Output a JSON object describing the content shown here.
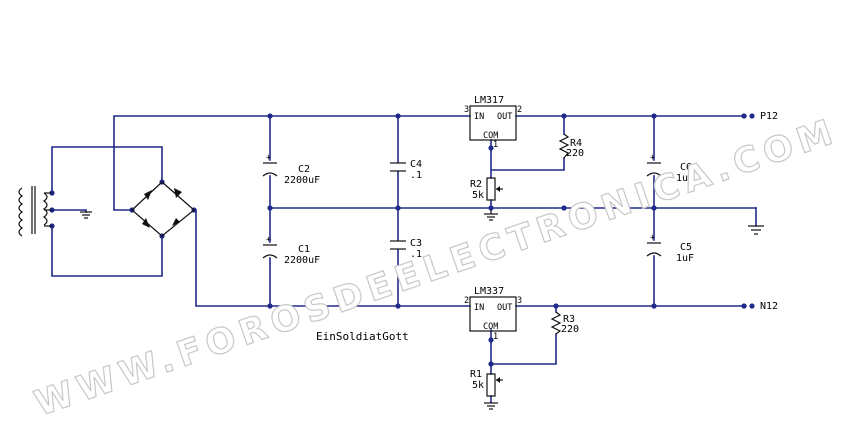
{
  "regulators": {
    "top": "LM317",
    "bottom": "LM337",
    "pin_in": "IN",
    "pin_out": "OUT",
    "pin_com": "COM"
  },
  "components": {
    "c1": "C1",
    "c1_value": "2200uF",
    "c2": "C2",
    "c2_value": "2200uF",
    "c3": "C3",
    "c3_value": ".1",
    "c4": "C4",
    "c4_value": ".1",
    "c5": "C5",
    "c5_value": "1uF",
    "c6": "C6",
    "c6_value": "1uF",
    "r1": "R1",
    "r1_value": "5k",
    "r2": "R2",
    "r2_value": "5k",
    "r3": "R3",
    "r3_value": "220",
    "r4": "R4",
    "r4_value": "220"
  },
  "outputs": {
    "positive": "P12",
    "negative": "N12"
  },
  "pin_numbers": {
    "one": "1",
    "two": "2",
    "three": "3"
  },
  "signature": "EinSoldiatGott",
  "watermark": "WWW.FOROSDEELECTRONICA.COM"
}
